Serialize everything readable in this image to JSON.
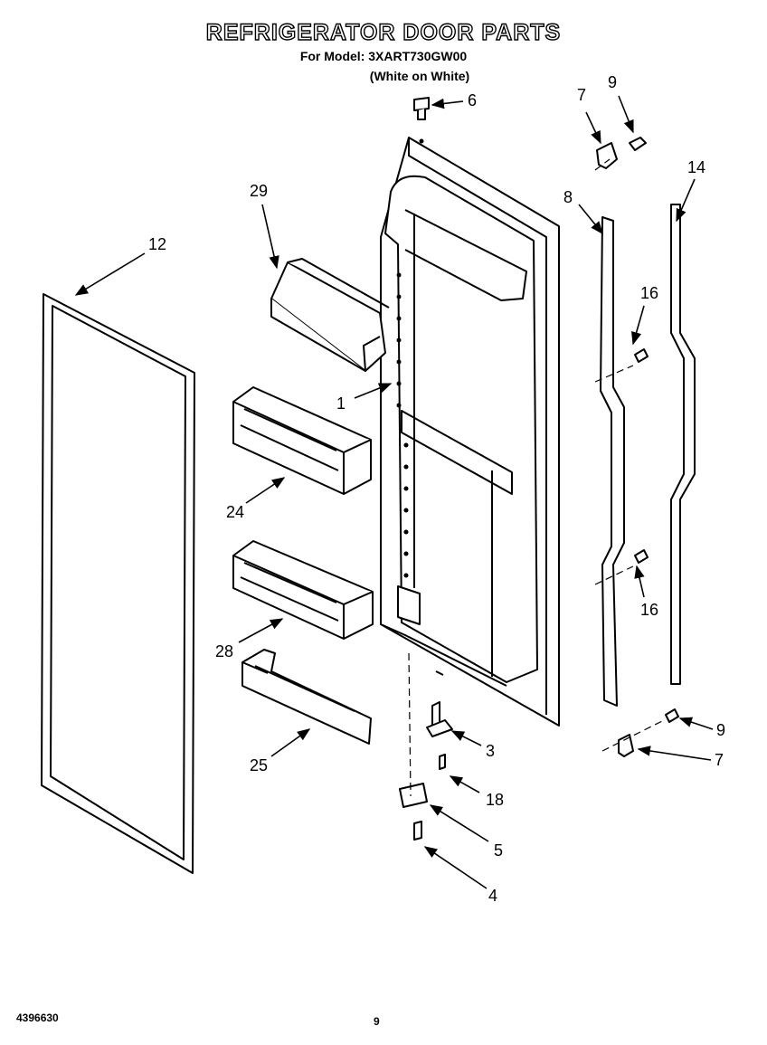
{
  "header": {
    "title": "REFRIGERATOR DOOR PARTS",
    "model_line": "For Model: 3XART730GW00",
    "color_line": "(White on White)"
  },
  "footer": {
    "document_number": "4396630",
    "page_number": "9"
  },
  "callouts": {
    "c6": "6",
    "c7a": "7",
    "c9a": "9",
    "c29": "29",
    "c12": "12",
    "c8": "8",
    "c14": "14",
    "c16a": "16",
    "c1": "1",
    "c24": "24",
    "c16b": "16",
    "c28": "28",
    "c25": "25",
    "c9b": "9",
    "c3": "3",
    "c7b": "7",
    "c18": "18",
    "c5": "5",
    "c4": "4"
  }
}
